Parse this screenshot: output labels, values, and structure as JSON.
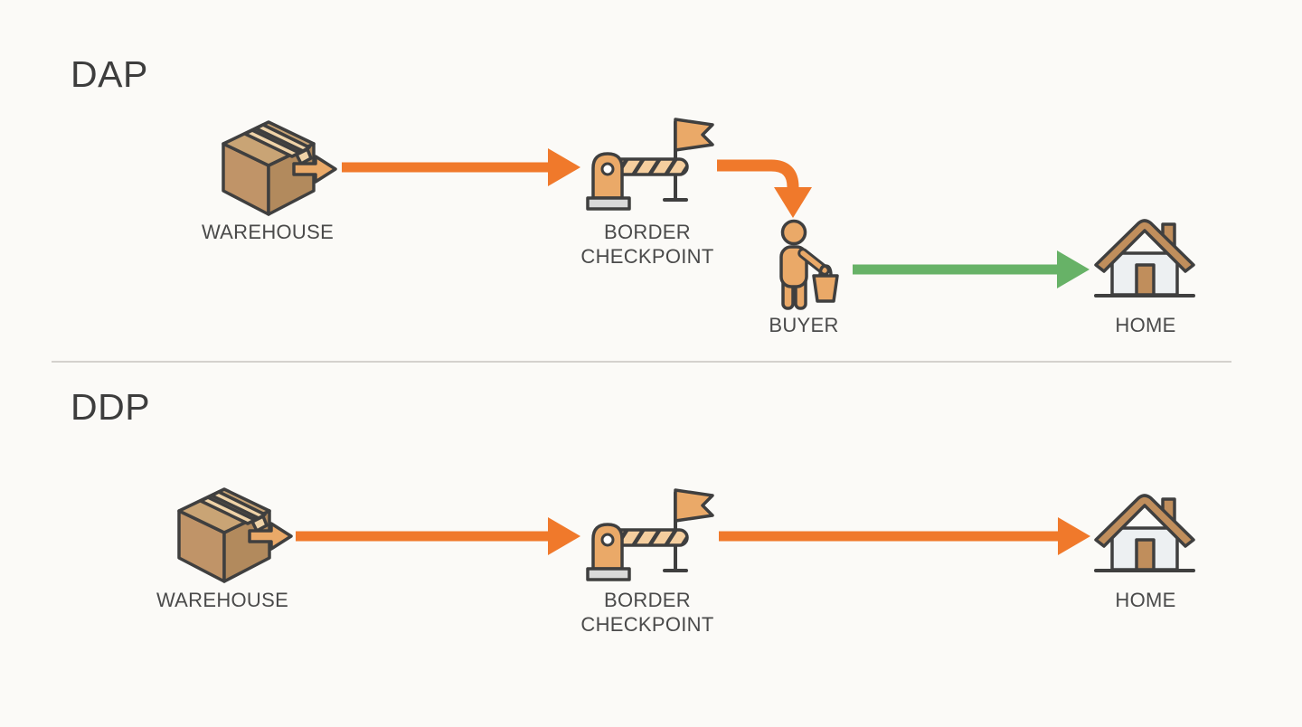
{
  "colors": {
    "background": "#FBFAF7",
    "seller_arrow": "#F0792B",
    "buyer_arrow": "#67B267",
    "icon_tan": "#EAA968",
    "arm_light": "#F5CE9E",
    "box_top": "#C9A475",
    "box_left": "#C09468",
    "box_right": "#B28A5D",
    "tape": "#EFD3A8",
    "outline": "#3F3F3F",
    "home_walls": "#EDF0F2",
    "home_brown": "#C08E5C",
    "base_gray": "#D9D9D9",
    "divider": "#D4D1CD",
    "text": "#4A4A4A",
    "title_text": "#3D3D3D"
  },
  "sections": {
    "dap": {
      "title": "DAP",
      "labels": {
        "warehouse": "WAREHOUSE",
        "border_checkpoint": "BORDER CHECKPOINT",
        "buyer": "BUYER",
        "home": "HOME"
      }
    },
    "ddp": {
      "title": "DDP",
      "labels": {
        "warehouse": "WAREHOUSE",
        "border_checkpoint": "BORDER CHECKPOINT",
        "home": "HOME"
      }
    }
  }
}
